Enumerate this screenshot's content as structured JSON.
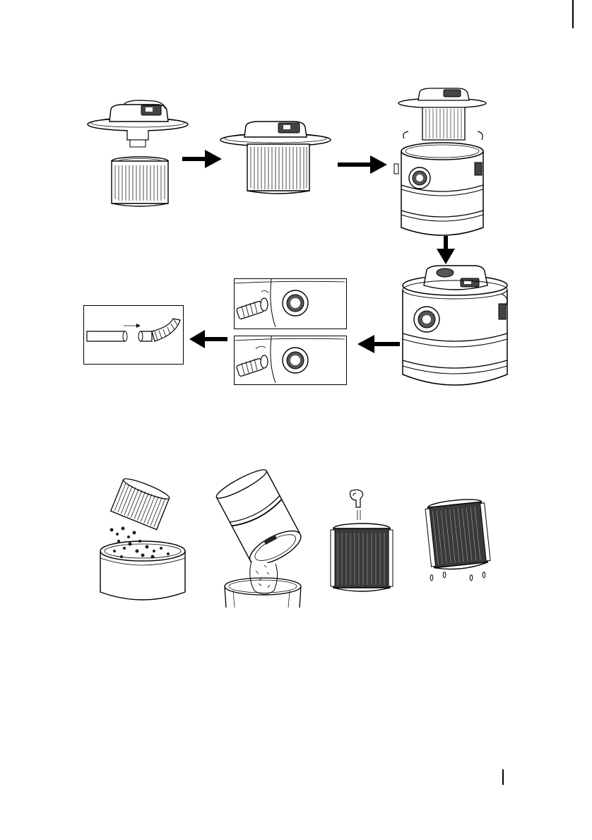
{
  "page": {
    "top_right_mark": "",
    "bottom_right_mark": ""
  },
  "assembly_sequence": {
    "steps": [
      {
        "id": "step-1",
        "depicts": "filter-and-motor-head-separate"
      },
      {
        "id": "step-2",
        "depicts": "filter-mounted-on-motor-head"
      },
      {
        "id": "step-3",
        "depicts": "head-lowered-onto-drum"
      },
      {
        "id": "step-4",
        "depicts": "assembled-ash-vacuum"
      },
      {
        "id": "step-5",
        "depicts": "hose-inlet-insert-and-twist"
      },
      {
        "id": "step-6",
        "depicts": "pipe-attached-to-hose"
      }
    ],
    "arrows": [
      "right",
      "right",
      "down",
      "left",
      "left"
    ]
  },
  "cleaning_sequence": {
    "steps": [
      {
        "id": "clean-1",
        "depicts": "tap-filter-over-bin"
      },
      {
        "id": "clean-2",
        "depicts": "empty-drum-into-bin"
      },
      {
        "id": "clean-3",
        "depicts": "rinse-filter-under-tap"
      },
      {
        "id": "clean-4",
        "depicts": "let-filter-dry"
      }
    ]
  },
  "colors": {
    "ink": "#000000",
    "paper": "#ffffff",
    "shade": "#3a3a3a"
  }
}
